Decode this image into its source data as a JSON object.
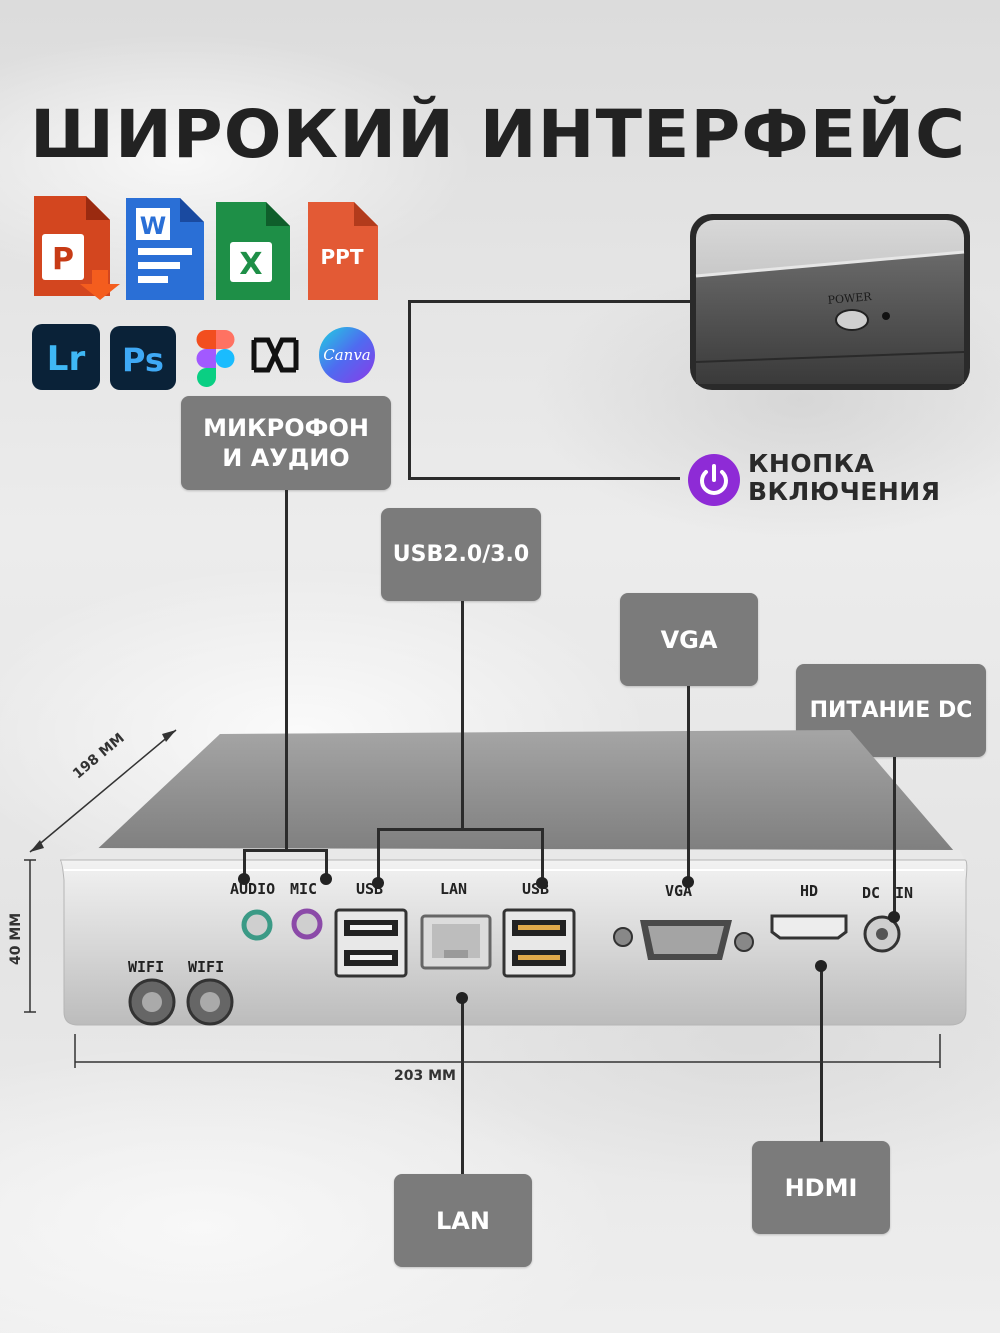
{
  "title": "ШИРОКИЙ ИНТЕРФЕЙС",
  "apps": {
    "powerpoint": "P",
    "word": "W",
    "excel": "X",
    "ppt": "PPT",
    "lightroom": "Lr",
    "photoshop": "Ps",
    "canva": "Canva"
  },
  "labels": {
    "mic_audio_line1": "МИКРОФОН",
    "mic_audio_line2": "И АУДИО",
    "usb": "USB2.0/3.0",
    "vga": "VGA",
    "dc_power": "ПИТАНИЕ DC",
    "lan": "LAN",
    "hdmi": "HDMI",
    "power_button_line1": "КНОПКА",
    "power_button_line2": "ВКЛЮЧЕНИЯ"
  },
  "device": {
    "power_text": "POWER",
    "ports": {
      "audio": "AUDIO",
      "mic": "MIC",
      "usb1": "USB",
      "lan": "LAN",
      "usb2": "USB",
      "vga": "VGA",
      "hd": "HD",
      "dc": "DC",
      "dc_in": "IN",
      "wifi1": "WIFI",
      "wifi2": "WIFI"
    }
  },
  "dimensions": {
    "depth": "198 MM",
    "height": "40 MM",
    "width": "203 MM"
  },
  "colors": {
    "label_bg": "#7b7b7b",
    "power_icon": "#8e2bd6",
    "title": "#222222"
  }
}
